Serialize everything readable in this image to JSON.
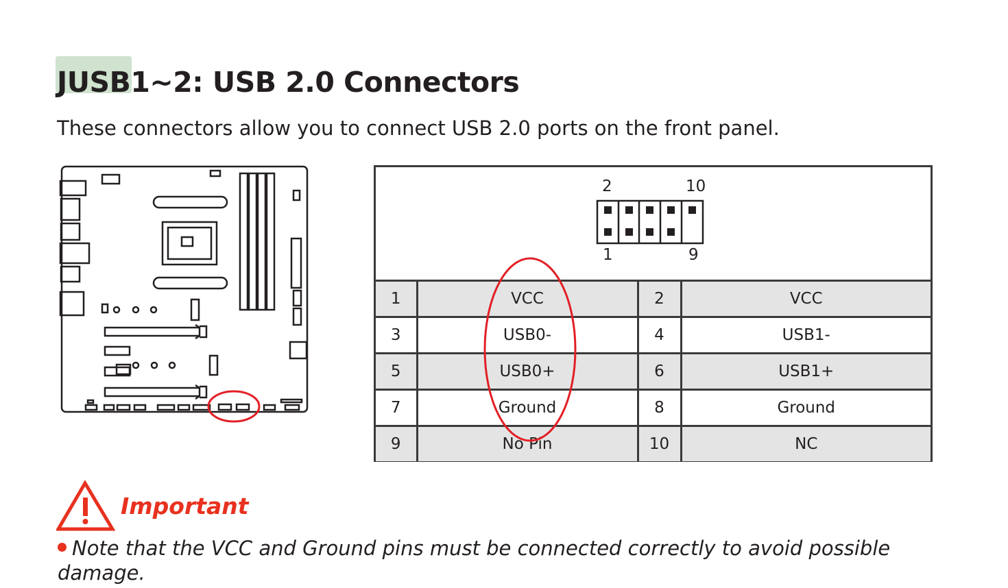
{
  "header": {
    "title": "JUSB1~2: USB 2.0 Connectors",
    "description": "These connectors allow you to connect USB 2.0 ports on the front panel."
  },
  "pin_diagram": {
    "labels": {
      "top_left": "2",
      "top_right": "10",
      "bottom_left": "1",
      "bottom_right": "9"
    }
  },
  "pin_table": {
    "rows": [
      {
        "pin_a": "1",
        "signal_a": "VCC",
        "pin_b": "2",
        "signal_b": "VCC",
        "shaded": true
      },
      {
        "pin_a": "3",
        "signal_a": "USB0-",
        "pin_b": "4",
        "signal_b": "USB1-",
        "shaded": false
      },
      {
        "pin_a": "5",
        "signal_a": "USB0+",
        "pin_b": "6",
        "signal_b": "USB1+",
        "shaded": true
      },
      {
        "pin_a": "7",
        "signal_a": "Ground",
        "pin_b": "8",
        "signal_b": "Ground",
        "shaded": false
      },
      {
        "pin_a": "9",
        "signal_a": "No Pin",
        "pin_b": "10",
        "signal_b": "NC",
        "shaded": true
      }
    ]
  },
  "important": {
    "heading": "Important",
    "icon": "warning-triangle-icon",
    "note": "Note that the VCC and Ground pins must be connected correctly to avoid possible damage."
  },
  "colors": {
    "accent_red": "#e8311f",
    "annotation_red": "#e21f26",
    "title_highlight": "#cfe3cf",
    "row_shade": "#e4e4e4",
    "text": "#231f20"
  }
}
